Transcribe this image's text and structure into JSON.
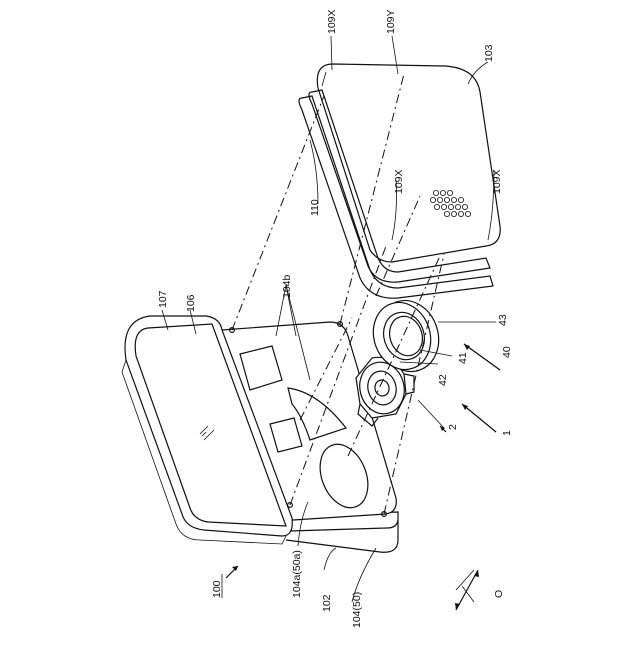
{
  "figure": {
    "labels": {
      "l100": "100",
      "l1": "1",
      "l2": "2",
      "l40": "40",
      "l41": "41",
      "l42": "42",
      "l43": "43",
      "l102": "102",
      "l103": "103",
      "l104_50": "104(50)",
      "l104a_50a": "104a(50a)",
      "l104b": "104b",
      "l106": "106",
      "l107": "107",
      "l109x_top": "109X",
      "l109y_top": "109Y",
      "l109x_mid": "109X",
      "l109x_right": "109X",
      "l110": "110",
      "lO": "O"
    }
  }
}
